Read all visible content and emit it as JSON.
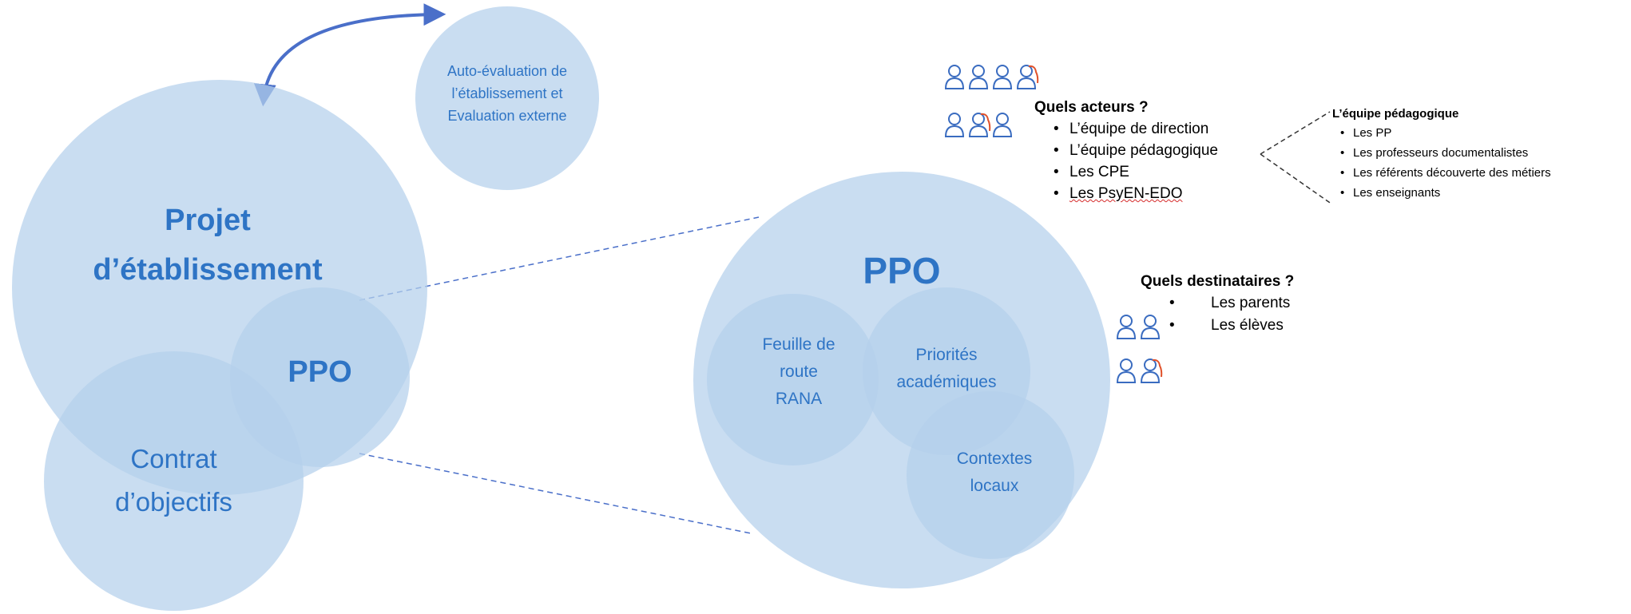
{
  "circles": {
    "auto_eval": [
      "Auto-évaluation de",
      "l’établissement et",
      "Evaluation externe"
    ],
    "projet": [
      "Projet",
      "d’établissement"
    ],
    "contrat": [
      "Contrat",
      "d’objectifs"
    ],
    "ppo_small": "PPO",
    "ppo_big_title": "PPO",
    "feuille": [
      "Feuille de",
      "route",
      "RANA"
    ],
    "priorites": [
      "Priorités",
      "académiques"
    ],
    "contextes": [
      "Contextes",
      "locaux"
    ]
  },
  "acteurs": {
    "title": "Quels acteurs ?",
    "items": [
      "L’équipe de direction",
      "L’équipe pédagogique",
      "Les CPE",
      "Les PsyEN-EDO"
    ]
  },
  "equipe": {
    "title": "L’équipe pédagogique",
    "items": [
      "Les PP",
      "Les professeurs documentalistes",
      "Les référents découverte des métiers",
      "Les enseignants"
    ]
  },
  "destinataires": {
    "title": "Quels destinataires ?",
    "items": [
      "Les parents",
      "Les élèves"
    ]
  },
  "icons": {
    "row1": [
      "person-icon",
      "person-icon",
      "person-icon",
      "person-highlight-icon"
    ],
    "row2": [
      "person-icon",
      "person-highlight-icon",
      "person-icon"
    ],
    "row3": [
      "person-icon",
      "person-icon"
    ],
    "row4": [
      "person-icon",
      "person-highlight-icon"
    ]
  },
  "colors": {
    "circle_fill": "#c7dbf0",
    "label_blue": "#2e74c5",
    "icon_blue": "#3a6cc0",
    "icon_highlight": "#e0522b",
    "arrow_blue": "#4a6fc9",
    "dash": "#4a6fc9"
  }
}
